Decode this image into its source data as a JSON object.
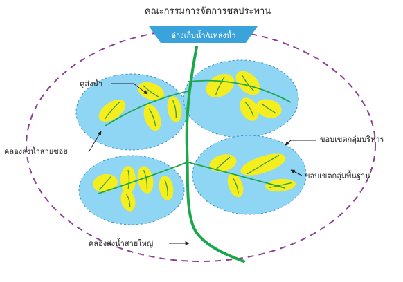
{
  "title": "คณะกรรมการจัดการชลประทาน",
  "reservoir_label": "อ่างเก็บน้ำ/แหล่งน้ำ",
  "labels": {
    "ditch": "คูส่งน้ำ",
    "lateral_canal": "คลองส่งน้ำสายซอย",
    "management_zone": "ขอบเขตกลุ่มบริหาร",
    "basic_group": "ขอบเขตกลุ่มพื้นฐาน",
    "main_canal": "คลองส่งน้ำสายใหญ่"
  },
  "colors": {
    "cluster_fill": "#8fd6f4",
    "cluster_stroke": "#3a8fc9",
    "leaf_fill": "#f4ee1e",
    "leaf_vein": "#3a9a3a",
    "main_canal": "#1aa84a",
    "lateral": "#1aa84a",
    "boundary": "#8d3f94",
    "reservoir": "#3aa3dc"
  }
}
